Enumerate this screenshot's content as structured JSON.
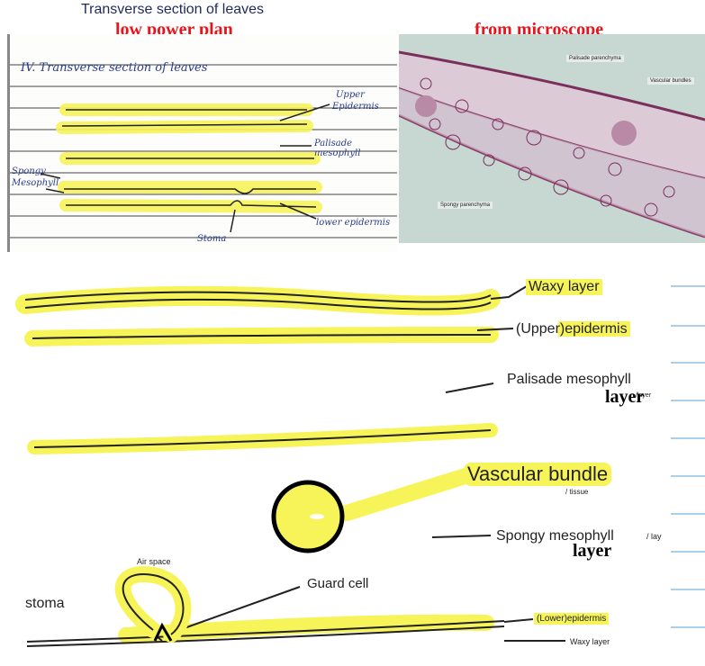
{
  "header": {
    "title": "Transverse section of leaves",
    "left_caption": "low power plan",
    "right_caption": "from microscope"
  },
  "notebook": {
    "heading": "IV. Transverse section of leaves",
    "labels": {
      "upper_epidermis_1": "Upper",
      "upper_epidermis_2": "Epidermis",
      "palisade": "Palisade mesophyll",
      "spongy_1": "Spongy",
      "spongy_2": "Mesophyll",
      "lower": "lower epidermis",
      "stoma": "Stoma"
    }
  },
  "micrograph": {
    "labels": {
      "palisade": "Palisade parenchyma",
      "vascular": "Vascular bundles",
      "spongy": "Spongy parenchyma"
    }
  },
  "diagram": {
    "waxy_top": "Waxy layer",
    "upper_epidermis": "(Upper)epidermis",
    "palisade": "Palisade mesophyll",
    "palisade_small": "/layer",
    "layer_1": "layer",
    "vascular": "Vascular bundle",
    "vascular_small": "/ tissue",
    "spongy": "Spongy mesophyll",
    "spongy_small": "/ lay",
    "layer_2": "layer",
    "air_space": "Air space",
    "guard_cell": "Guard cell",
    "stoma": "stoma",
    "lower_epidermis": "(Lower)epidermis",
    "waxy_bottom": "Waxy layer"
  },
  "colors": {
    "highlight": "#f7f45a",
    "accent_red": "#e8141b",
    "rule_blue": "#5aa0d6"
  }
}
